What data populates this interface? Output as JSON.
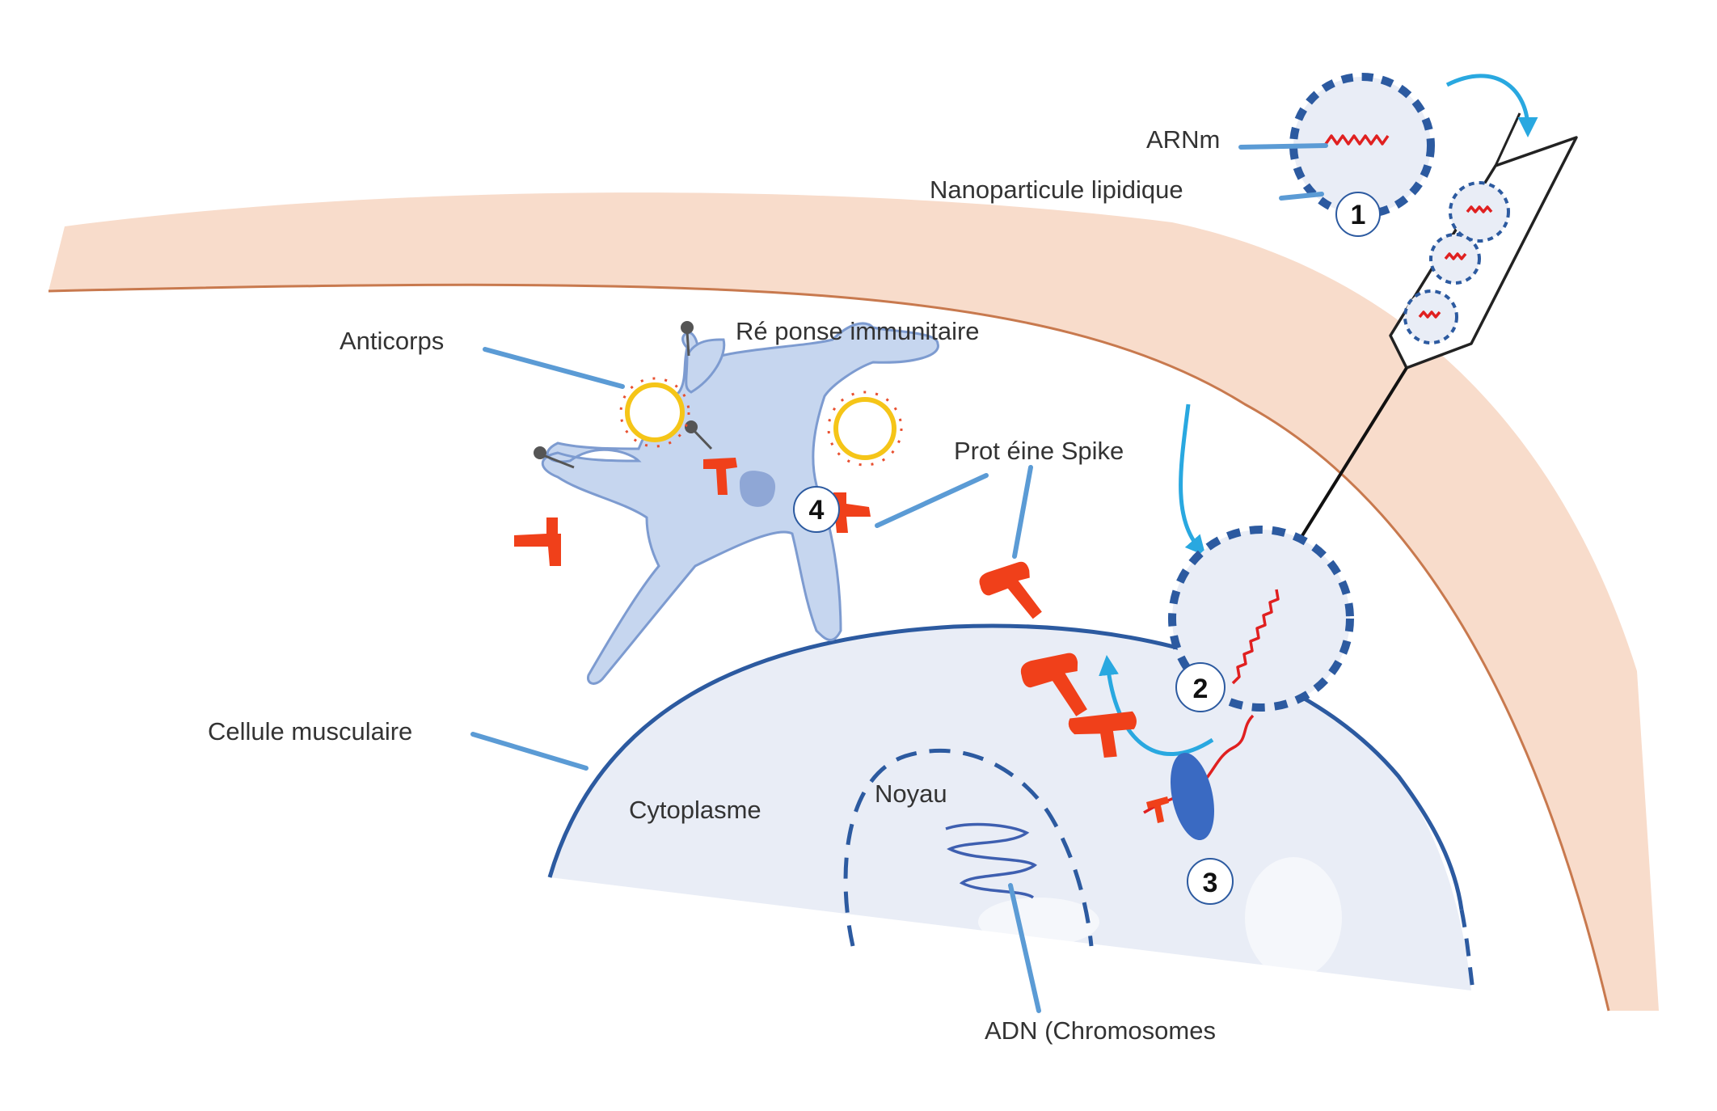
{
  "labels": {
    "arnm": "ARNm",
    "nanoparticle": "Nanoparticule lipidique",
    "antibodies": "Anticorps",
    "immune_response": "Ré ponse immunitaire",
    "spike_protein": "Prot éine Spike",
    "muscle_cell": "Cellule musculaire",
    "cytoplasm": "Cytoplasme",
    "nucleus": "Noyau",
    "dna": "ADN (Chromosomes"
  },
  "steps": [
    "1",
    "2",
    "3",
    "4"
  ],
  "colors": {
    "tissue_band": "#f8dccb",
    "tissue_edge": "#c8794e",
    "cell_fill": "#e9edf6",
    "cell_outline": "#2c5aa0",
    "dendritic_cell": "#c6d6ef",
    "leader_line": "#5b9bd5",
    "arrow": "#29a8e0",
    "mrna": "#e02020",
    "spike": "#f0401a",
    "virus_ring": "#f5c518"
  }
}
